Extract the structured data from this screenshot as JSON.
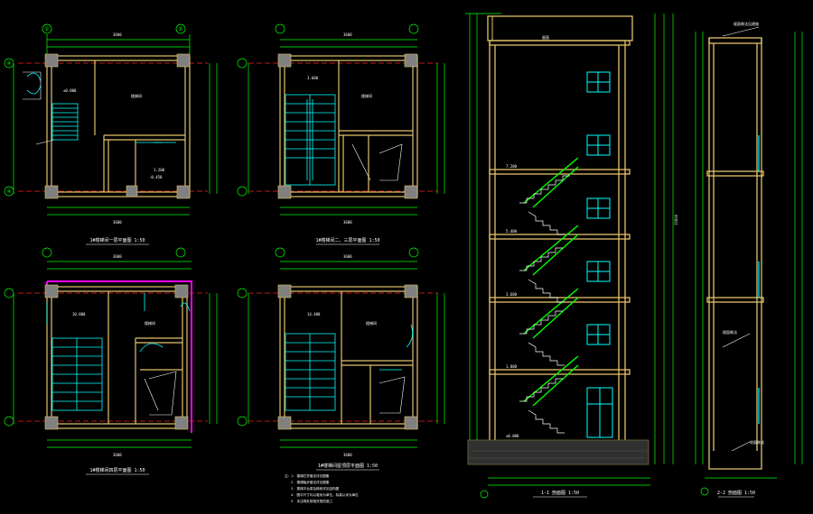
{
  "colors": {
    "background": "#000000",
    "wall": "#e3c36a",
    "wall_hatch": "#7a6a3a",
    "grid": "#00ff00",
    "axis_line": "#ff2020",
    "stair": "#00ffff",
    "window": "#00ffff",
    "dim": "#c8ffc8",
    "column": "#808080",
    "magenta": "#ff00ff",
    "stair_section": "#00ff00",
    "text": "#ffffff"
  },
  "axis_marks": {
    "left_top": "④",
    "left_bottom": "④",
    "top_left": "①",
    "top_right": "②"
  },
  "plans": [
    {
      "title": "1#楼梯间一层平面图 1:50"
    },
    {
      "title": "1#楼梯间二、三层平面图 1:50"
    },
    {
      "title": "1#楼梯间四层平面图 1:50"
    },
    {
      "title": "1#楼梯间屋顶层平面图 1:50"
    }
  ],
  "sections": [
    {
      "title": "1-1 剖面图 1:50"
    },
    {
      "title": "2-2 剖面图 1:50"
    }
  ],
  "notes": [
    "注：",
    "1. 楼梯栏杆做法详见图集",
    "2. 楼梯踏步做法详见图集",
    "3. 楼梯平台梁及梯段详见结构图",
    "4. 图中尺寸均以毫米为单位，标高以米为单位",
    "5. 未注明处按相关规范施工"
  ]
}
